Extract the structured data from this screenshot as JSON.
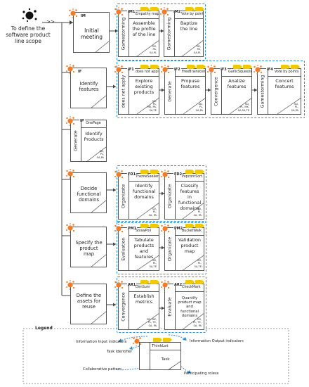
{
  "goal": {
    "title": "To define the software product line scope",
    "arrows": ">>"
  },
  "tasks": [
    {
      "id": "IM",
      "title": "Initial meeting",
      "roles": ""
    },
    {
      "id": "IF",
      "title": "Identify features",
      "roles": ""
    },
    {
      "id": "IP",
      "pattern": "Generate",
      "tool": "OnePage",
      "title": "Identify Products",
      "roles": "SD,\nPL,\nSA,PA"
    },
    {
      "id": "",
      "title": "Decide functional domains",
      "roles": ""
    },
    {
      "id": "",
      "title": "Specify the product map",
      "roles": ""
    },
    {
      "id": "",
      "title": "Define the assets for reuse",
      "roles": ""
    }
  ],
  "thinklets": [
    {
      "id": "IM1",
      "pattern": "Gamestorming",
      "tool": "Empathy map",
      "title": "Assemble the profile of the line",
      "roles": "SD,\nPA,\nSA,PL"
    },
    {
      "id": "IM2",
      "pattern": "Gamestorming",
      "tool": "Vote by points",
      "title": "Baptize the line",
      "roles": "SD,\nPA,\nSA,PL"
    },
    {
      "id": "IF1",
      "pattern": "does not apply",
      "tool": "does not apply",
      "title": "Explore existing products",
      "roles": "SD,\nPL,\nMK, PA,\nSA,TE"
    },
    {
      "id": "IF2",
      "pattern": "Generate",
      "tool": "FreeBrainstorm",
      "title": "Propuse features",
      "roles": "SD,\nPL,\nSA,PA"
    },
    {
      "id": "IF3",
      "pattern": "Convergence",
      "tool": "GarlicSqueezer",
      "title": "Analize features",
      "roles": "SD,\nPL, MK,\nSA,SA,TE"
    },
    {
      "id": "IF4",
      "pattern": "Gamestorming",
      "tool": "Vote by points",
      "title": "Concert features",
      "roles": "SD,\nPL,\nSA,PA"
    },
    {
      "id": "FD1",
      "pattern": "Organizate",
      "tool": "ThemeSeeker",
      "title": "Identify functional domains",
      "roles": "SD,\nPL,\nSA, PA"
    },
    {
      "id": "FD2",
      "pattern": "Organizate",
      "tool": "PopcornSort",
      "title": "Classify features in functional domains",
      "roles": "SD,\nPL,\nSA, PA"
    },
    {
      "id": "PM1",
      "pattern": "Evaluation",
      "tool": "StrawPoll",
      "title": "Tabulate products and features",
      "roles": "SD,\nPL,\nSA,TE"
    },
    {
      "id": "PM2",
      "pattern": "Organizate",
      "tool": "BucketWalk",
      "title": "Validation product map",
      "roles": "SD,\nPL,\nSA,TE"
    },
    {
      "id": "AR1",
      "pattern": "Convergence",
      "tool": "DimSum",
      "title": "Establish metrics",
      "roles": "SD, MK,\nPL, TE,\nSA, PA"
    },
    {
      "id": "AR2",
      "pattern": "Evaluate",
      "tool": "CheckMark",
      "title": "Quantify product map and functional domains",
      "roles": "SD,\nPL, TE,\nSA, PA"
    }
  ],
  "legend": {
    "title": "Legend",
    "input": "Information Input indicators",
    "output": "Information Output indicators",
    "task_id": "Task Identifier",
    "thinklet": "ThinkLet",
    "task": "Task",
    "pattern": "Collaborative pattern",
    "roles": "Participating roless"
  },
  "colors": {
    "accent": "#f07c2a",
    "flag": "#f2c800",
    "group": "#2a8fd6",
    "line": "#555555"
  }
}
